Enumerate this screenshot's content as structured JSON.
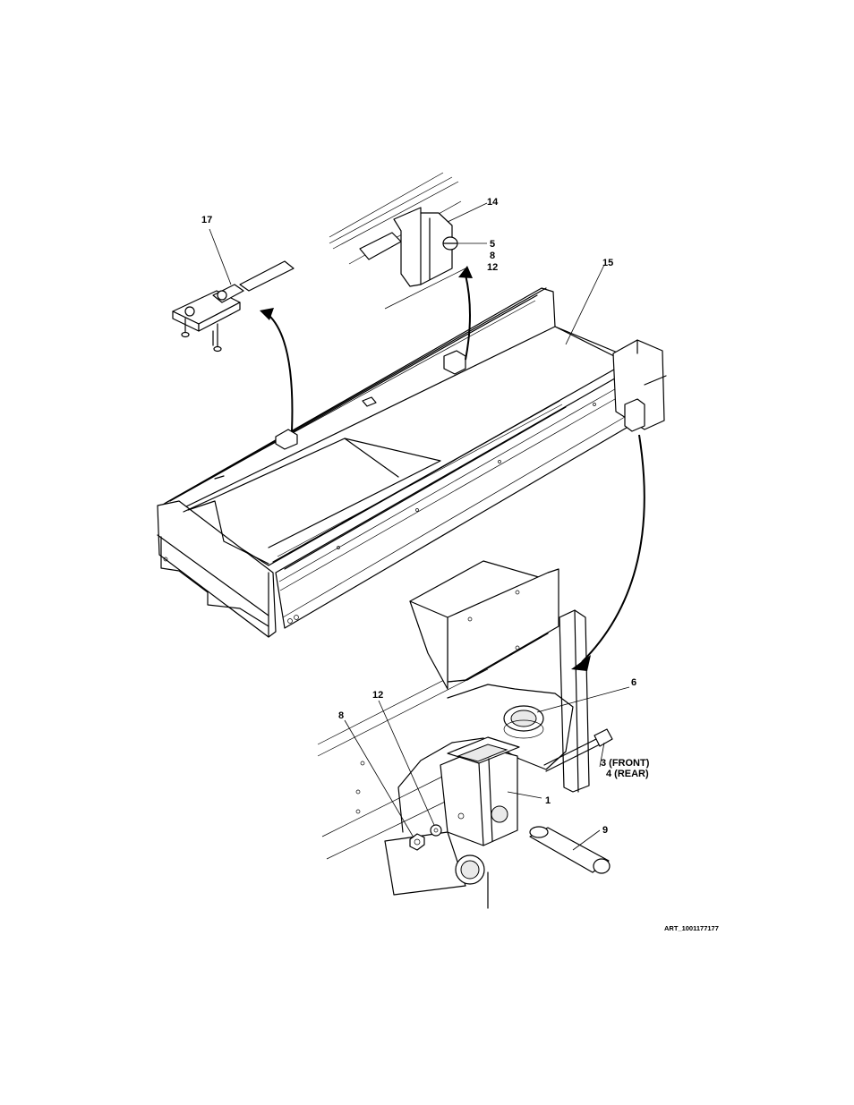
{
  "figure": {
    "art_id": "ART_1001177177",
    "callouts": {
      "c17": "17",
      "c14": "14",
      "c5": "5",
      "c8_top": "8",
      "c12_top": "12",
      "c15": "15",
      "c6": "6",
      "c12_bottom": "12",
      "c8_bottom": "8",
      "c3_front": "3 (FRONT)",
      "c4_rear": "4 (REAR)",
      "c1": "1",
      "c9": "9"
    }
  }
}
